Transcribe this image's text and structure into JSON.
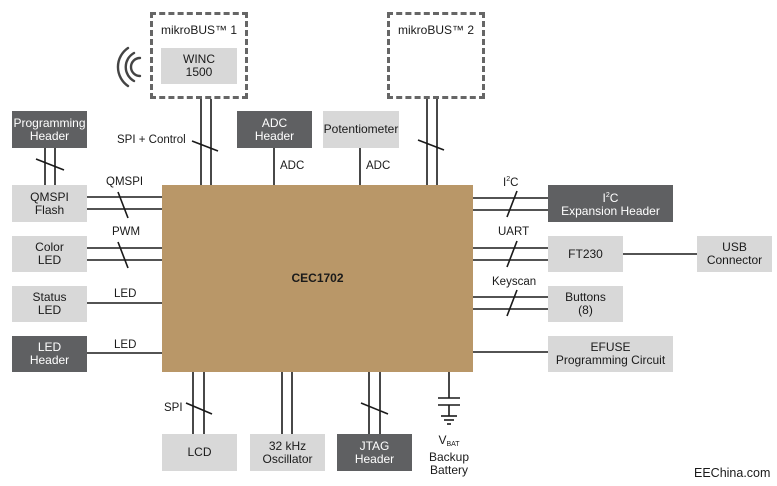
{
  "mcu": {
    "label": "CEC1702"
  },
  "mikrobus1": {
    "label": "mikroBUS™ 1"
  },
  "mikrobus2": {
    "label": "mikroBUS™ 2"
  },
  "winc": {
    "line1": "WINC",
    "line2": "1500"
  },
  "programming_header": {
    "line1": "Programming",
    "line2": "Header"
  },
  "adc_header": {
    "line1": "ADC",
    "line2": "Header"
  },
  "potentiometer": {
    "label": "Potentiometer"
  },
  "qmspi_flash": {
    "line1": "QMSPI",
    "line2": "Flash"
  },
  "color_led": {
    "line1": "Color",
    "line2": "LED"
  },
  "status_led": {
    "line1": "Status",
    "line2": "LED"
  },
  "led_header": {
    "line1": "LED",
    "line2": "Header"
  },
  "i2c_expansion_header": {
    "line1_a": "I",
    "line1_sup": "2",
    "line1_b": "C",
    "line2": "Expansion Header"
  },
  "ft230": {
    "label": "FT230"
  },
  "usb_connector": {
    "line1": "USB",
    "line2": "Connector"
  },
  "buttons": {
    "line1": "Buttons",
    "line2": "(8)"
  },
  "efuse": {
    "line1": "EFUSE",
    "line2": "Programming Circuit"
  },
  "lcd": {
    "label": "LCD"
  },
  "oscillator": {
    "line1": "32 kHz",
    "line2": "Oscillator"
  },
  "jtag_header": {
    "line1": "JTAG",
    "line2": "Header"
  },
  "vbat": {
    "v": "V",
    "sub": "BAT",
    "line2": "Backup",
    "line3": "Battery"
  },
  "bus_labels": {
    "spi_control": "SPI + Control",
    "adc_left": "ADC",
    "adc_right": "ADC",
    "qmspi": "QMSPI",
    "pwm": "PWM",
    "led_status": "LED",
    "led_header": "LED",
    "i2c_a": "I",
    "i2c_sup": "2",
    "i2c_b": "C",
    "uart": "UART",
    "keyscan": "Keyscan",
    "spi": "SPI"
  },
  "watermark": "EEChina.com",
  "colors": {
    "mcu": "#b99768",
    "light_box": "#d8d8d8",
    "dark_box": "#5f6062",
    "line": "#1a1a1a",
    "dashed_border": "#666666"
  }
}
